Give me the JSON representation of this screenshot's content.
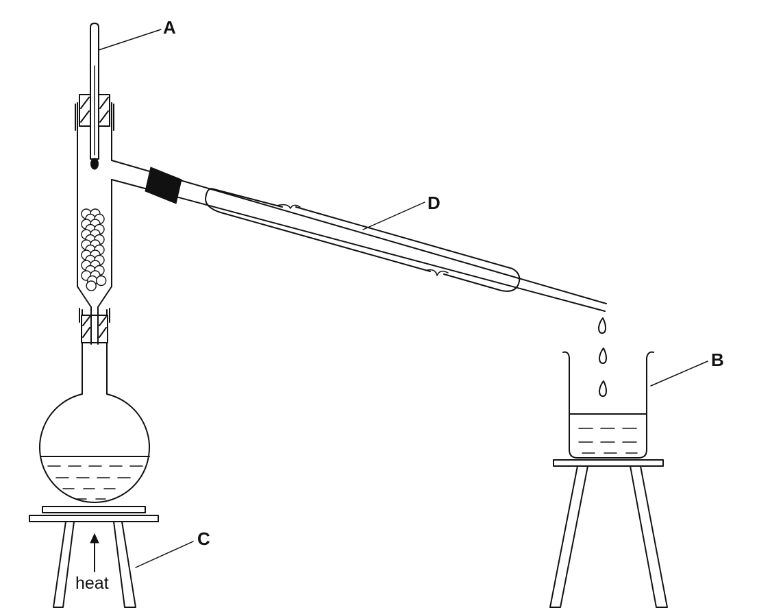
{
  "diagram": {
    "labels": {
      "a": "A",
      "b": "B",
      "c": "C",
      "d": "D",
      "heat": "heat"
    }
  },
  "colors": {
    "ink": "#111111",
    "background": "#ffffff"
  }
}
